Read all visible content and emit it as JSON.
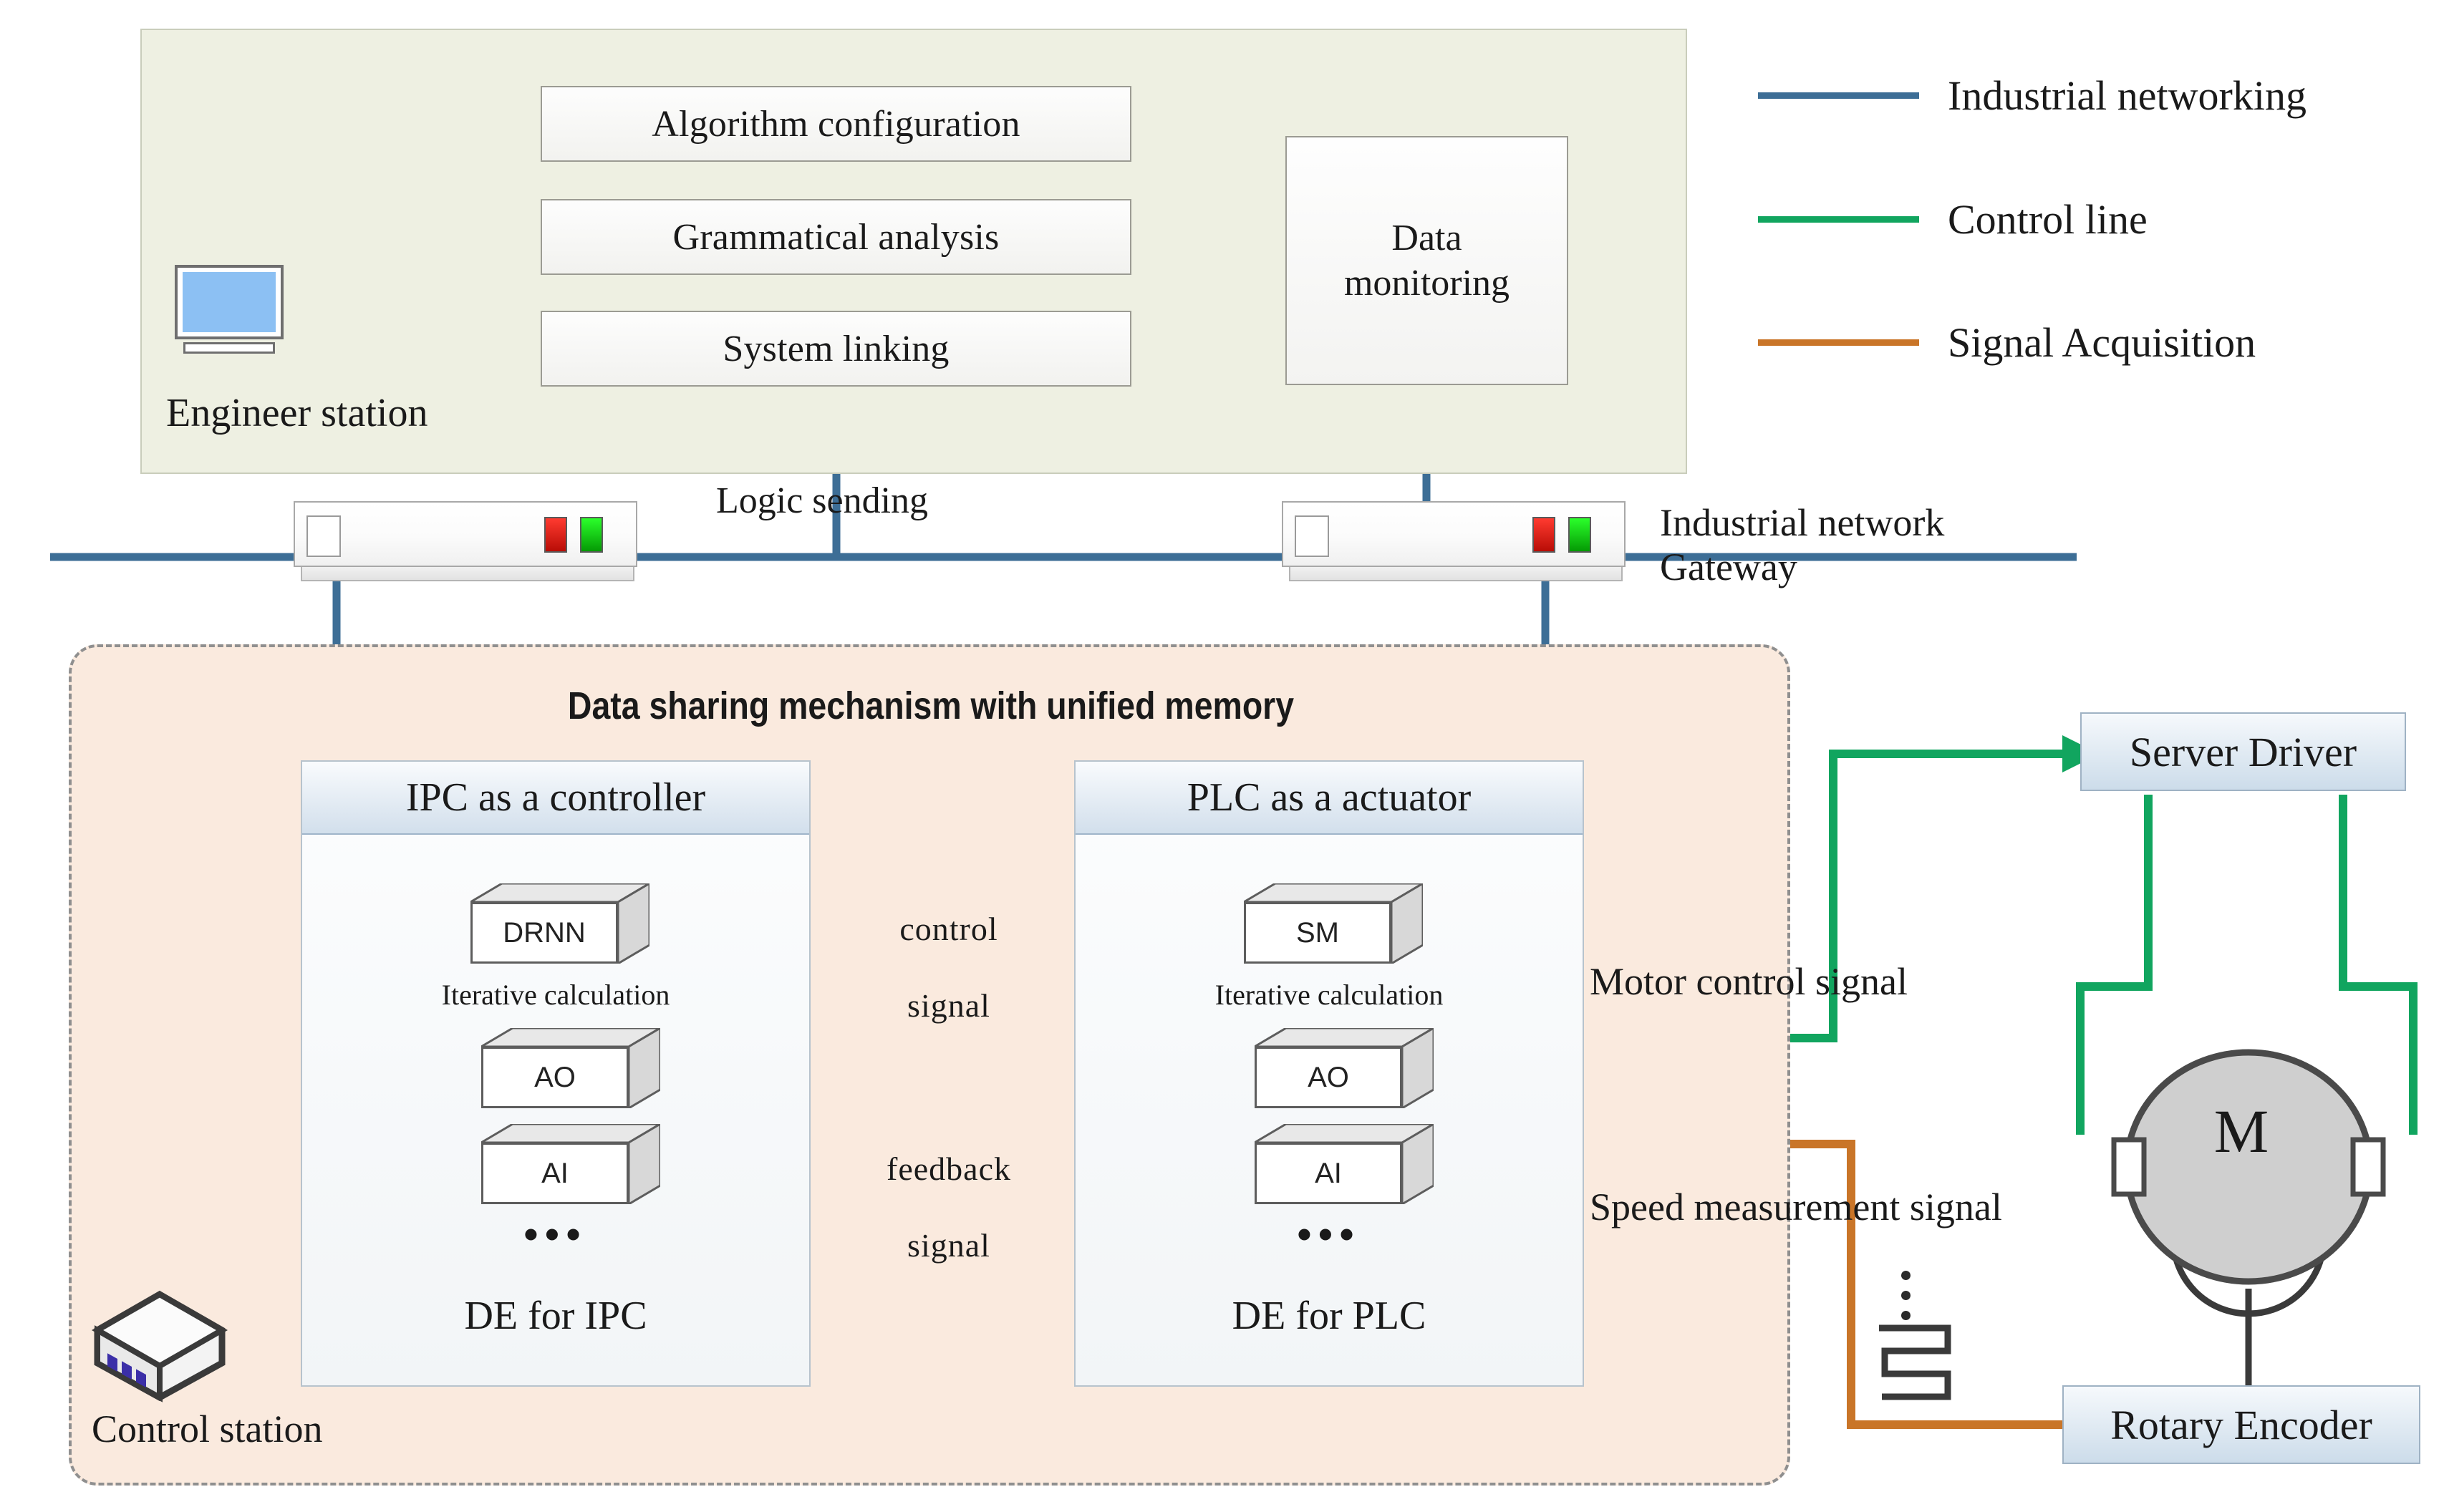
{
  "engineer_station": {
    "label": "Engineer station",
    "processes": [
      {
        "id": "algorithm-configuration",
        "label": "Algorithm configuration"
      },
      {
        "id": "grammatical-analysis",
        "label": "Grammatical analysis"
      },
      {
        "id": "system-linking",
        "label": "System linking"
      }
    ],
    "data_monitoring": {
      "line1": "Data",
      "line2": "monitoring"
    },
    "logic_sending_label": "Logic sending"
  },
  "network": {
    "gateway_label_line1": "Industrial network",
    "gateway_label_line2": "Gateway",
    "line_color": "#3d6e96"
  },
  "control_station": {
    "label": "Control station",
    "data_sharing_label": "Data sharing mechanism with unified memory",
    "units": [
      {
        "id": "ipc",
        "title": "IPC as a controller",
        "cubes": [
          "DRNN",
          "AO",
          "AI"
        ],
        "iterative_label": "Iterative calculation",
        "ellipsis": "•••",
        "footer": "DE for IPC"
      },
      {
        "id": "plc",
        "title": "PLC as a actuator",
        "cubes": [
          "SM",
          "AO",
          "AI"
        ],
        "iterative_label": "Iterative calculation",
        "ellipsis": "•••",
        "footer": "DE for PLC"
      }
    ],
    "inter_unit_signals": [
      {
        "id": "control-signal",
        "top": "control",
        "bottom": "signal",
        "direction": "right"
      },
      {
        "id": "feedback-signal",
        "top": "feedback",
        "bottom": "signal",
        "direction": "left"
      }
    ]
  },
  "drive_chain": {
    "server_driver": "Server Driver",
    "rotary_encoder": "Rotary Encoder",
    "motor_symbol": "M",
    "motor_control_signal": "Motor control signal",
    "speed_measurement_signal": "Speed measurement signal"
  },
  "legend": {
    "items": [
      {
        "label": "Industrial networking",
        "color": "#3d6e96"
      },
      {
        "label": "Control line",
        "color": "#11a55f"
      },
      {
        "label": "Signal Acquisition",
        "color": "#c97528"
      }
    ]
  },
  "colors": {
    "engineer_panel_bg": "#eef0e2",
    "control_region_bg": "#faeade",
    "network_blue": "#3d6e96",
    "control_green": "#11a55f",
    "signal_orange": "#c97528",
    "unit_header_blue": "#d2dfec",
    "monitor_screen": "#8cc0f3",
    "motor_fill": "#cfcfcf"
  }
}
